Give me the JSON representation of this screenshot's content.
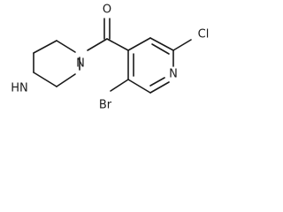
{
  "structure": {
    "atom_labels": {
      "carbonyl_oxygen": "O",
      "piperazine_n_amide": "N",
      "piperazine_nh": "HN",
      "pyridine_n": "N",
      "chlorine": "Cl",
      "bromine": "Br"
    }
  }
}
